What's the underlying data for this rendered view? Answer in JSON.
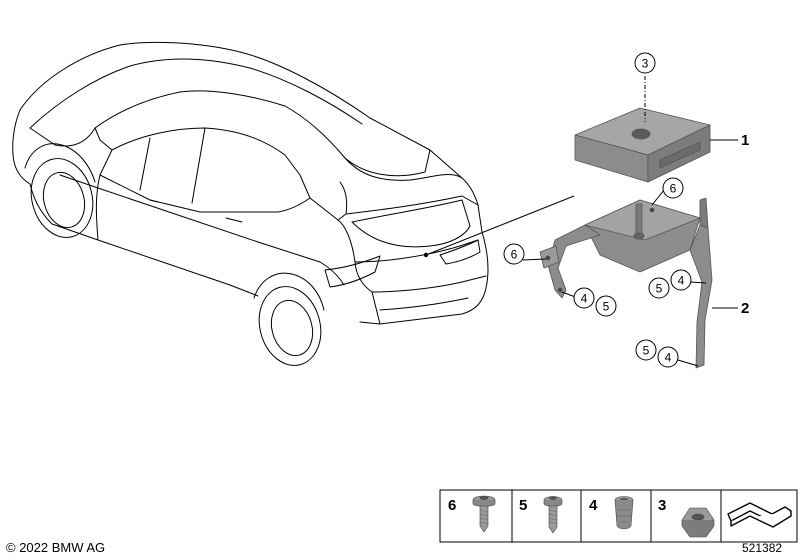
{
  "footer": {
    "copyright": "© 2022 BMW AG",
    "diagram_number": "521382"
  },
  "parts": {
    "module": "1",
    "bracket": "2"
  },
  "callouts": {
    "top_screw": "3",
    "bracket_top_screw": "6",
    "bracket_left_screw": "6",
    "nut_left": "4",
    "nut_left_b": "5",
    "nut_right_a": "5",
    "nut_right_b": "4",
    "nut_bottom_a": "5",
    "nut_bottom_b": "4"
  },
  "legend": {
    "items": [
      {
        "number": "6",
        "icon": "flange-screw-icon"
      },
      {
        "number": "5",
        "icon": "screw-icon"
      },
      {
        "number": "4",
        "icon": "expanding-nut-icon"
      },
      {
        "number": "3",
        "icon": "hex-nut-icon"
      }
    ],
    "end_icon": "bracket-profile-icon"
  },
  "colors": {
    "component_fill": "#8a8a8a",
    "component_top": "#a3a3a3",
    "line": "#000000"
  }
}
